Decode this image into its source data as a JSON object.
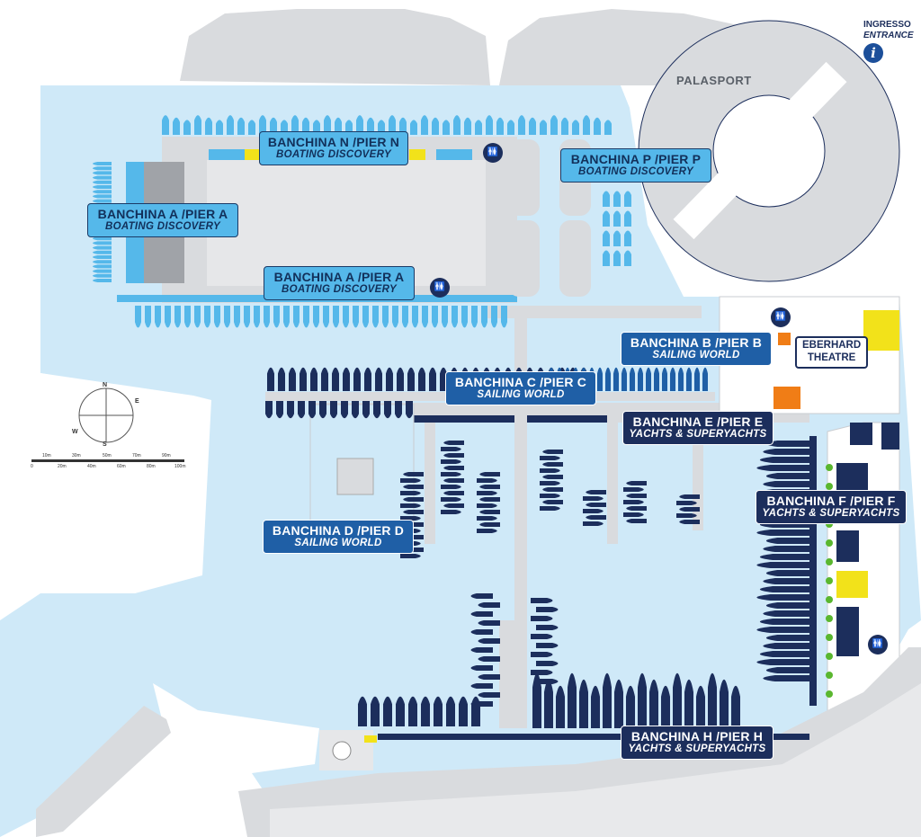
{
  "labels": {
    "pier_n": {
      "title": "BANCHINA N /PIER N",
      "subtitle": "BOATING DISCOVERY"
    },
    "pier_a_west": {
      "title": "BANCHINA A /PIER A",
      "subtitle": "BOATING DISCOVERY"
    },
    "pier_a_south": {
      "title": "BANCHINA A /PIER A",
      "subtitle": "BOATING DISCOVERY"
    },
    "pier_p": {
      "title": "BANCHINA P /PIER P",
      "subtitle": "BOATING DISCOVERY"
    },
    "pier_b": {
      "title": "BANCHINA B /PIER B",
      "subtitle": "SAILING WORLD"
    },
    "pier_c": {
      "title": "BANCHINA C /PIER C",
      "subtitle": "SAILING WORLD"
    },
    "pier_d": {
      "title": "BANCHINA D /PIER D",
      "subtitle": "SAILING WORLD"
    },
    "pier_e": {
      "title": "BANCHINA E /PIER E",
      "subtitle": "YACHTS & SUPERYACHTS"
    },
    "pier_f": {
      "title": "BANCHINA F /PIER F",
      "subtitle": "YACHTS & SUPERYACHTS"
    },
    "pier_h": {
      "title": "BANCHINA H /PIER H",
      "subtitle": "YACHTS & SUPERYACHTS"
    }
  },
  "theatre": {
    "line1": "EBERHARD",
    "line2": "THEATRE"
  },
  "palasport": "PALASPORT",
  "entrance": {
    "line1": "INGRESSO",
    "line2": "ENTRANCE",
    "icon": "info-icon",
    "glyph": "i"
  },
  "restroom": {
    "icon": "restroom-accessible-icon",
    "glyph": "🚻"
  },
  "compass": {
    "N": "N",
    "S": "S",
    "E": "E",
    "W": "W"
  },
  "scale_bar": {
    "top": [
      "10m",
      "30m",
      "50m",
      "70m",
      "90m"
    ],
    "bottom": [
      "0",
      "20m",
      "40m",
      "60m",
      "80m",
      "100m"
    ]
  },
  "colors": {
    "water": "#cfe9f8",
    "land": "#d9dbde",
    "pier_light": "#55b8ea",
    "pier_dark": "#1c2e5c",
    "pier_mid": "#1f5fa6",
    "yellow": "#f2e21a",
    "orange": "#f07d16"
  }
}
